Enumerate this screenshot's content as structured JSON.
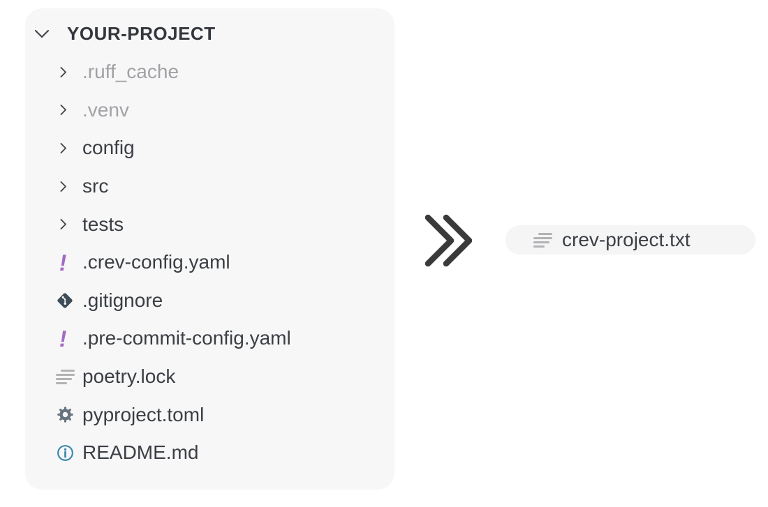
{
  "file_tree": {
    "root": {
      "label": "YOUR-PROJECT"
    },
    "items": [
      {
        "label": ".ruff_cache",
        "kind": "folder",
        "dimmed": true
      },
      {
        "label": ".venv",
        "kind": "folder",
        "dimmed": true
      },
      {
        "label": "config",
        "kind": "folder",
        "dimmed": false
      },
      {
        "label": "src",
        "kind": "folder",
        "dimmed": false
      },
      {
        "label": "tests",
        "kind": "folder",
        "dimmed": false
      },
      {
        "label": ".crev-config.yaml",
        "kind": "yaml-file",
        "icon": "yaml-exclamation-icon"
      },
      {
        "label": ".gitignore",
        "kind": "git-file",
        "icon": "git-icon"
      },
      {
        "label": ".pre-commit-config.yaml",
        "kind": "yaml-file",
        "icon": "yaml-exclamation-icon"
      },
      {
        "label": "poetry.lock",
        "kind": "text-file",
        "icon": "text-lines-icon"
      },
      {
        "label": "pyproject.toml",
        "kind": "toml-file",
        "icon": "gear-icon"
      },
      {
        "label": "README.md",
        "kind": "readme-file",
        "icon": "info-icon"
      }
    ]
  },
  "transform": {
    "icon": "double-chevron-right-icon"
  },
  "result_chip": {
    "label": "crev-project.txt",
    "icon": "text-lines-icon"
  },
  "colors": {
    "panel_bg": "#f7f7f8",
    "chip_bg": "#f5f5f6",
    "text": "#3b3f44",
    "text_dimmed": "#a2a2a6",
    "header_text": "#33373c",
    "yaml_icon": "#a16cc5",
    "git_icon": "#3e4d57",
    "gear_icon": "#66737e",
    "info_icon": "#3a87ab",
    "lines_icon": "#b3b3b6",
    "arrow": "#3a3a3a"
  }
}
